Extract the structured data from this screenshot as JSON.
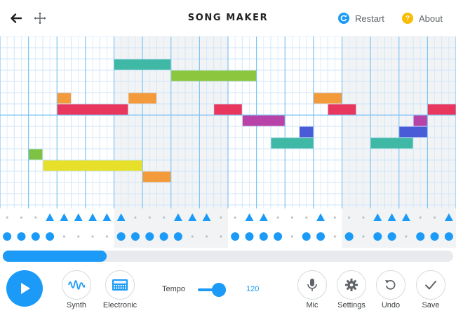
{
  "header": {
    "title": "SONG MAKER",
    "restart_label": "Restart",
    "about_label": "About",
    "about_icon_glyph": "?",
    "icons": [
      "back-arrow-icon",
      "move-icon",
      "restart-icon",
      "about-icon"
    ]
  },
  "colors": {
    "accent": "#1b9af7",
    "about": "#fbbc04",
    "grid_line": "#cfe6fb",
    "measure_line": "#7fc4f3",
    "shade": "#f1f3f4",
    "note_teal": "#40b8a6",
    "note_green": "#8cc63f",
    "note_orange": "#f39a3b",
    "note_red": "#e8365d",
    "note_magenta": "#b843a8",
    "note_blue": "#4a5bd8",
    "note_lime": "#7dc242",
    "note_yellow": "#e6e02b"
  },
  "grid": {
    "columns": 32,
    "rows": 14,
    "notes": [
      {
        "row": 2,
        "start": 8,
        "length": 4,
        "color": "note_teal"
      },
      {
        "row": 3,
        "start": 12,
        "length": 6,
        "color": "note_green"
      },
      {
        "row": 5,
        "start": 4,
        "length": 1,
        "color": "note_orange"
      },
      {
        "row": 5,
        "start": 9,
        "length": 2,
        "color": "note_orange"
      },
      {
        "row": 5,
        "start": 22,
        "length": 2,
        "color": "note_orange"
      },
      {
        "row": 6,
        "start": 4,
        "length": 5,
        "color": "note_red"
      },
      {
        "row": 6,
        "start": 15,
        "length": 2,
        "color": "note_red"
      },
      {
        "row": 6,
        "start": 23,
        "length": 2,
        "color": "note_red"
      },
      {
        "row": 6,
        "start": 30,
        "length": 2,
        "color": "note_red"
      },
      {
        "row": 7,
        "start": 17,
        "length": 3,
        "color": "note_magenta"
      },
      {
        "row": 7,
        "start": 29,
        "length": 1,
        "color": "note_magenta"
      },
      {
        "row": 8,
        "start": 21,
        "length": 1,
        "color": "note_blue"
      },
      {
        "row": 8,
        "start": 28,
        "length": 2,
        "color": "note_blue"
      },
      {
        "row": 9,
        "start": 19,
        "length": 3,
        "color": "note_teal"
      },
      {
        "row": 9,
        "start": 26,
        "length": 3,
        "color": "note_teal"
      },
      {
        "row": 10,
        "start": 2,
        "length": 1,
        "color": "note_lime"
      },
      {
        "row": 11,
        "start": 3,
        "length": 7,
        "color": "note_yellow"
      },
      {
        "row": 12,
        "start": 10,
        "length": 2,
        "color": "note_orange"
      }
    ]
  },
  "percussion": {
    "triangles": [
      3,
      4,
      5,
      6,
      7,
      8,
      12,
      13,
      14,
      17,
      18,
      22,
      26,
      27,
      28,
      31
    ],
    "dots": [
      0,
      1,
      2,
      3,
      8,
      9,
      10,
      11,
      12,
      16,
      17,
      18,
      19,
      21,
      22,
      24,
      26,
      27,
      29,
      30,
      31
    ]
  },
  "scroll": {
    "position": 0.23
  },
  "toolbar": {
    "instrument_label": "Synth",
    "percussion_label": "Electronic",
    "tempo_label": "Tempo",
    "tempo_value": "120",
    "tempo_level": 0.5,
    "mic_label": "Mic",
    "settings_label": "Settings",
    "undo_label": "Undo",
    "save_label": "Save",
    "icons": [
      "play-icon",
      "synth-wave-icon",
      "electronic-keyboard-icon",
      "mic-icon",
      "gear-icon",
      "undo-icon",
      "checkmark-icon"
    ]
  }
}
